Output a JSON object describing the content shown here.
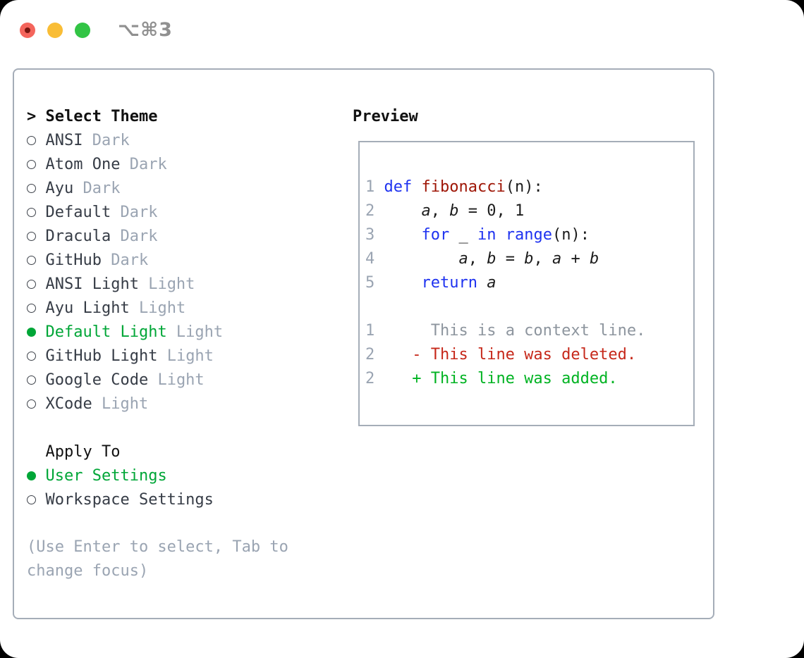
{
  "window": {
    "title": "⌥⌘3"
  },
  "titlebar": {
    "traffic_lights": [
      "close",
      "minimize",
      "zoom"
    ]
  },
  "theme_selector": {
    "prompt": ">",
    "header": "Select Theme",
    "items": [
      {
        "name": "ANSI",
        "variant": "Dark",
        "selected": false
      },
      {
        "name": "Atom One",
        "variant": "Dark",
        "selected": false
      },
      {
        "name": "Ayu",
        "variant": "Dark",
        "selected": false
      },
      {
        "name": "Default",
        "variant": "Dark",
        "selected": false
      },
      {
        "name": "Dracula",
        "variant": "Dark",
        "selected": false
      },
      {
        "name": "GitHub",
        "variant": "Dark",
        "selected": false
      },
      {
        "name": "ANSI Light",
        "variant": "Light",
        "selected": false
      },
      {
        "name": "Ayu Light",
        "variant": "Light",
        "selected": false
      },
      {
        "name": "Default Light",
        "variant": "Light",
        "selected": true
      },
      {
        "name": "GitHub Light",
        "variant": "Light",
        "selected": false
      },
      {
        "name": "Google Code",
        "variant": "Light",
        "selected": false
      },
      {
        "name": "XCode",
        "variant": "Light",
        "selected": false
      }
    ]
  },
  "apply_to": {
    "header": "Apply To",
    "options": [
      {
        "label": "User Settings",
        "selected": true
      },
      {
        "label": "Workspace Settings",
        "selected": false
      }
    ]
  },
  "help_text": {
    "line1": "(Use Enter to select, Tab to",
    "line2": "change focus)"
  },
  "preview": {
    "header": "Preview",
    "lines": [
      {
        "tokens": [
          [
            "num",
            "1"
          ],
          [
            "pl",
            " "
          ],
          [
            "kw",
            "def"
          ],
          [
            "pl",
            " "
          ],
          [
            "fn",
            "fibonacci"
          ],
          [
            "pl",
            "(n):"
          ]
        ]
      },
      {
        "tokens": [
          [
            "num",
            "2"
          ],
          [
            "pl",
            "     "
          ],
          [
            "var",
            "a"
          ],
          [
            "pl",
            ", "
          ],
          [
            "var",
            "b"
          ],
          [
            "pl",
            " = 0, 1"
          ]
        ]
      },
      {
        "tokens": [
          [
            "num",
            "3"
          ],
          [
            "pl",
            "     "
          ],
          [
            "kw",
            "for"
          ],
          [
            "pl",
            " _ "
          ],
          [
            "kw",
            "in"
          ],
          [
            "pl",
            " "
          ],
          [
            "kw",
            "range"
          ],
          [
            "pl",
            "(n):"
          ]
        ]
      },
      {
        "tokens": [
          [
            "num",
            "4"
          ],
          [
            "pl",
            "         "
          ],
          [
            "var",
            "a"
          ],
          [
            "pl",
            ", "
          ],
          [
            "var",
            "b"
          ],
          [
            "pl",
            " = "
          ],
          [
            "var",
            "b"
          ],
          [
            "pl",
            ", "
          ],
          [
            "var",
            "a"
          ],
          [
            "pl",
            " + "
          ],
          [
            "var",
            "b"
          ]
        ]
      },
      {
        "tokens": [
          [
            "num",
            "5"
          ],
          [
            "pl",
            "     "
          ],
          [
            "kw",
            "return"
          ],
          [
            "pl",
            " "
          ],
          [
            "var",
            "a"
          ]
        ]
      },
      {
        "tokens": []
      },
      {
        "tokens": [
          [
            "num",
            "1"
          ],
          [
            "pl",
            "      "
          ],
          [
            "ctx",
            "This is a context line."
          ]
        ]
      },
      {
        "tokens": [
          [
            "num",
            "2"
          ],
          [
            "pl",
            "    "
          ],
          [
            "del",
            "- This line was deleted."
          ]
        ]
      },
      {
        "tokens": [
          [
            "num",
            "2"
          ],
          [
            "pl",
            "    "
          ],
          [
            "add",
            "+ This line was added."
          ]
        ]
      }
    ]
  },
  "colors": {
    "accent_green": "#00a637",
    "keyword_blue": "#1e32f0",
    "function_red": "#9e1505",
    "deleted_red": "#c6281a",
    "added_green": "#00b322",
    "muted_gray": "#9aa4b2",
    "context_gray": "#8d959e",
    "text_dark": "#363c46",
    "panel_border": "#a5adb8",
    "traffic_red": "#f4655c",
    "traffic_yellow": "#f9bd36",
    "traffic_green": "#32c445"
  }
}
